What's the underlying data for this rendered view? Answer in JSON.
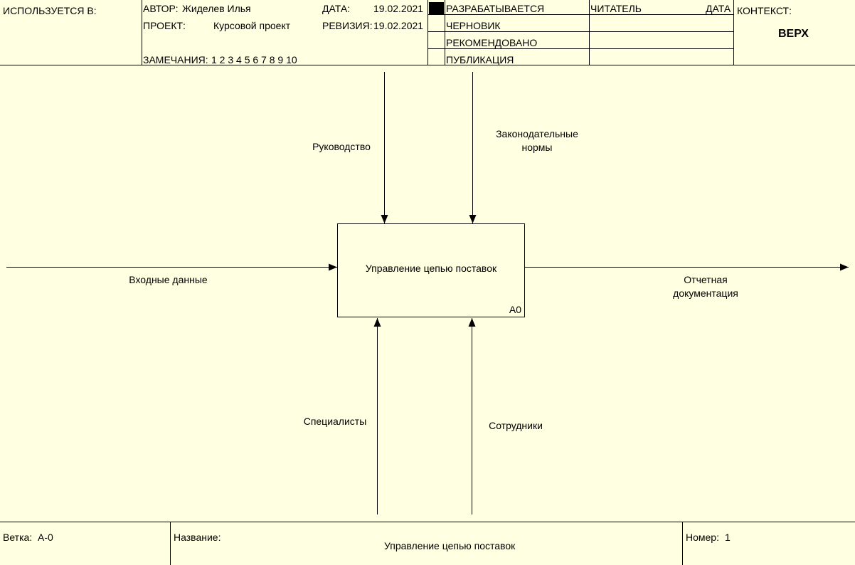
{
  "header": {
    "used_in_label": "ИСПОЛЬЗУЕТСЯ В:",
    "author_label": "АВТОР:",
    "author": "Жиделев Илья",
    "project_label": "ПРОЕКТ:",
    "project": "Курсовой проект",
    "date_label": "ДАТА:",
    "date": "19.02.2021",
    "revision_label": "РЕВИЗИЯ:",
    "revision": "19.02.2021",
    "notes_label": "ЗАМЕЧАНИЯ:",
    "notes": "1 2 3 4 5 6 7 8 9 10",
    "statuses": [
      "РАЗРАБАТЫВАЕТСЯ",
      "ЧЕРНОВИК",
      "РЕКОМЕНДОВАНО",
      "ПУБЛИКАЦИЯ"
    ],
    "active_status": "РАЗРАБАТЫВАЕТСЯ",
    "reader_label": "ЧИТАТЕЛЬ",
    "reader_date_label": "ДАТА",
    "context_label": "КОНТЕКСТ:",
    "context_value": "ВЕРХ"
  },
  "diagram": {
    "function_name": "Управление цепью поставок",
    "function_number": "A0",
    "controls": [
      "Руководство",
      "Законодательные\nнормы"
    ],
    "input": "Входные данные",
    "output": "Отчетная\nдокументация",
    "mechanisms": [
      "Специалисты",
      "Сотрудники"
    ]
  },
  "footer": {
    "node_label": "Ветка:",
    "node": "A-0",
    "title_label": "Название:",
    "title": "Управление цепью поставок",
    "number_label": "Номер:",
    "number": "1"
  }
}
